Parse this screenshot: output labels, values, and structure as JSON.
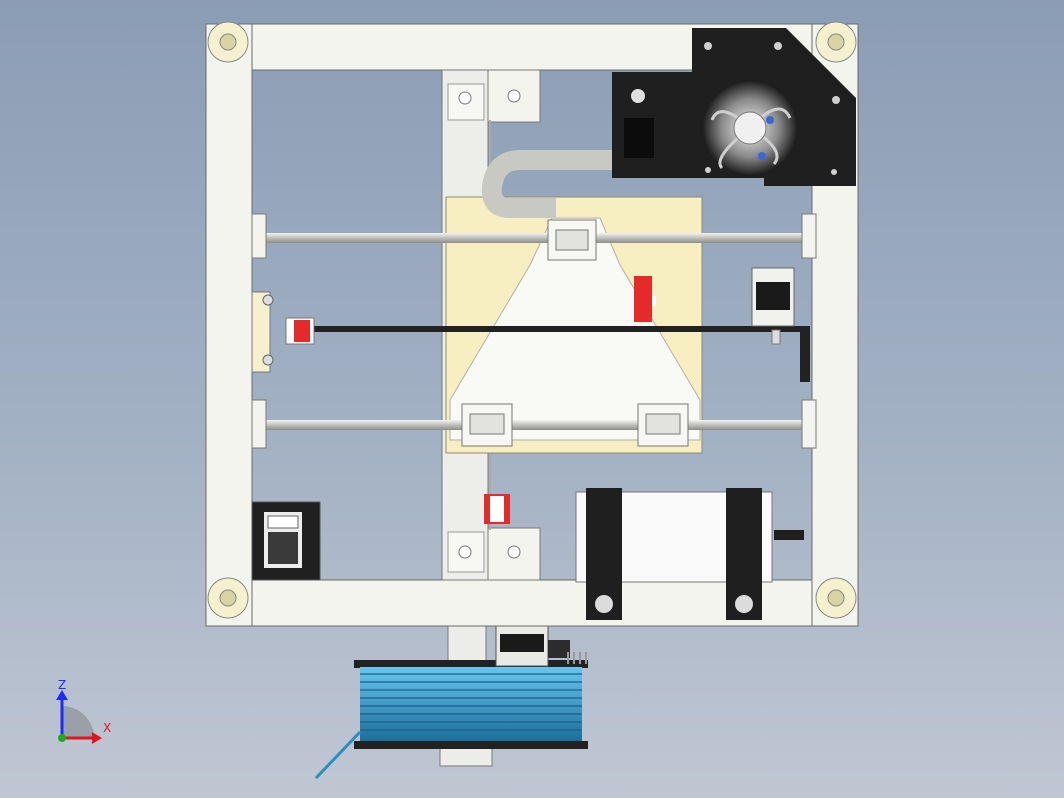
{
  "viewport": {
    "background_top": "#8b9db5",
    "background_bottom": "#c0c7d3",
    "model": "3d-printer-frame-assembly"
  },
  "triad": {
    "z_label": "Z",
    "x_label": "X",
    "z_color": "#1c2cff",
    "x_color": "#e0161c",
    "y_color": "#18b018"
  },
  "colors": {
    "frame": "#f4f4ee",
    "frame_edge": "#6a6a6a",
    "bed": "#f7efc2",
    "rod": "#d9d9d6",
    "belt": "#222222",
    "extruder_plate": "#1f1f1f",
    "filament": "#2a8fc0",
    "board_red": "#e52a2a",
    "tube": "#c9c9c4"
  },
  "icons": [
    "fan-icon",
    "power-switch-icon",
    "stepper-motor-icon",
    "filament-spool-icon",
    "axis-triad-icon"
  ]
}
